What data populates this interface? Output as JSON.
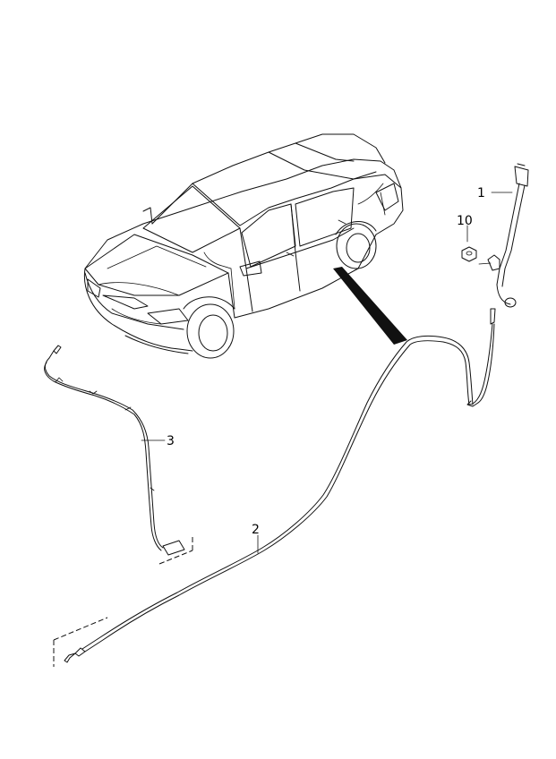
{
  "callouts": {
    "part_1": "1",
    "part_10": "10",
    "part_2": "2",
    "part_3": "3"
  },
  "colors": {
    "line": "#111111",
    "background": "#ffffff"
  }
}
